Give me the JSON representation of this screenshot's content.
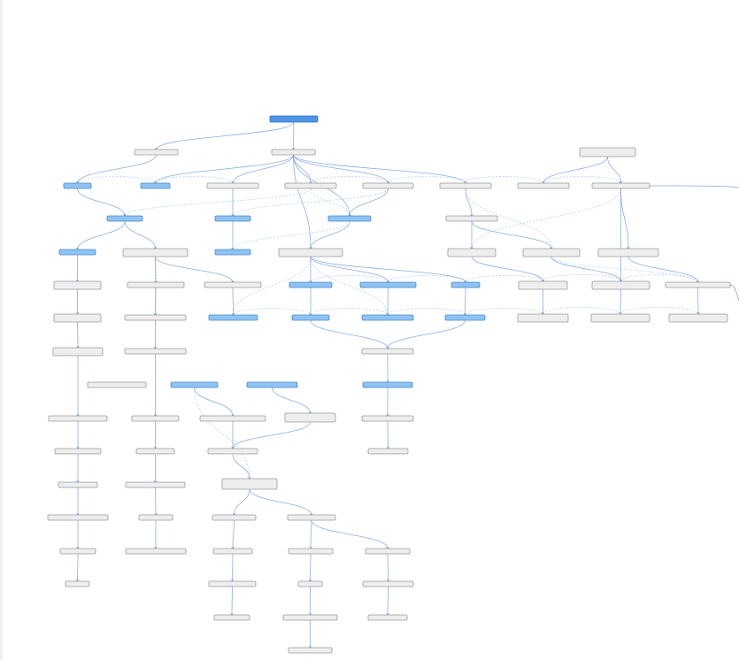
{
  "diagram": {
    "colors": {
      "background": "#ffffff",
      "edge": "#7ea6dc",
      "node_default_fill": "#eeeeee",
      "node_default_stroke": "#9a9a9a",
      "node_highlight_fill": "#8fc3f3",
      "node_highlight_stroke": "#4a86c8",
      "node_root_fill": "#4f95e6",
      "node_root_stroke": "#2d6bbd"
    },
    "nodes": [
      {
        "id": "root",
        "style": "root",
        "label": ""
      },
      {
        "id": "a1",
        "style": "default",
        "label": ""
      },
      {
        "id": "a2",
        "style": "default",
        "label": ""
      },
      {
        "id": "a3",
        "style": "default",
        "label": ""
      },
      {
        "id": "b1",
        "style": "highlight",
        "label": ""
      },
      {
        "id": "b2",
        "style": "highlight",
        "label": ""
      },
      {
        "id": "b3",
        "style": "default",
        "label": ""
      },
      {
        "id": "b4",
        "style": "default",
        "label": ""
      },
      {
        "id": "b5",
        "style": "default",
        "label": ""
      },
      {
        "id": "b6",
        "style": "default",
        "label": ""
      },
      {
        "id": "b7",
        "style": "default",
        "label": ""
      },
      {
        "id": "b8",
        "style": "default",
        "label": ""
      },
      {
        "id": "c1",
        "style": "highlight",
        "label": ""
      },
      {
        "id": "c2",
        "style": "highlight",
        "label": ""
      },
      {
        "id": "c3",
        "style": "highlight",
        "label": ""
      },
      {
        "id": "c4",
        "style": "default",
        "label": ""
      },
      {
        "id": "d1",
        "style": "highlight",
        "label": ""
      },
      {
        "id": "d2",
        "style": "default",
        "label": ""
      },
      {
        "id": "d3",
        "style": "highlight",
        "label": ""
      },
      {
        "id": "d4",
        "style": "default",
        "label": ""
      },
      {
        "id": "d5",
        "style": "default",
        "label": ""
      },
      {
        "id": "d6",
        "style": "default",
        "label": ""
      },
      {
        "id": "d7",
        "style": "default",
        "label": ""
      },
      {
        "id": "e1",
        "style": "default",
        "label": ""
      },
      {
        "id": "e2",
        "style": "default",
        "label": ""
      },
      {
        "id": "e3",
        "style": "default",
        "label": ""
      },
      {
        "id": "e4",
        "style": "highlight",
        "label": ""
      },
      {
        "id": "e5",
        "style": "highlight",
        "label": ""
      },
      {
        "id": "e6",
        "style": "highlight",
        "label": ""
      },
      {
        "id": "e7",
        "style": "default",
        "label": ""
      },
      {
        "id": "e8",
        "style": "default",
        "label": ""
      },
      {
        "id": "e9",
        "style": "default",
        "label": ""
      },
      {
        "id": "f1",
        "style": "default",
        "label": ""
      },
      {
        "id": "f2",
        "style": "default",
        "label": ""
      },
      {
        "id": "f3",
        "style": "highlight",
        "label": ""
      },
      {
        "id": "f4",
        "style": "highlight",
        "label": ""
      },
      {
        "id": "f5",
        "style": "highlight",
        "label": ""
      },
      {
        "id": "f6",
        "style": "highlight",
        "label": ""
      },
      {
        "id": "f7",
        "style": "default",
        "label": ""
      },
      {
        "id": "f8",
        "style": "default",
        "label": ""
      },
      {
        "id": "f9",
        "style": "default",
        "label": ""
      },
      {
        "id": "g1",
        "style": "default",
        "label": ""
      },
      {
        "id": "g2",
        "style": "default",
        "label": ""
      },
      {
        "id": "g3",
        "style": "default",
        "label": ""
      },
      {
        "id": "h1",
        "style": "default",
        "label": ""
      },
      {
        "id": "h2",
        "style": "highlight",
        "label": ""
      },
      {
        "id": "h3",
        "style": "highlight",
        "label": ""
      },
      {
        "id": "h4",
        "style": "highlight",
        "label": ""
      },
      {
        "id": "i1",
        "style": "default",
        "label": ""
      },
      {
        "id": "i2",
        "style": "default",
        "label": ""
      },
      {
        "id": "i3",
        "style": "default",
        "label": ""
      },
      {
        "id": "i4",
        "style": "default",
        "label": ""
      },
      {
        "id": "i5",
        "style": "default",
        "label": ""
      },
      {
        "id": "j1",
        "style": "default",
        "label": ""
      },
      {
        "id": "j2",
        "style": "default",
        "label": ""
      },
      {
        "id": "j3",
        "style": "default",
        "label": ""
      },
      {
        "id": "j4",
        "style": "default",
        "label": ""
      },
      {
        "id": "k1",
        "style": "default",
        "label": ""
      },
      {
        "id": "k2",
        "style": "default",
        "label": ""
      },
      {
        "id": "k3",
        "style": "default",
        "label": ""
      },
      {
        "id": "l1",
        "style": "default",
        "label": ""
      },
      {
        "id": "l2",
        "style": "default",
        "label": ""
      },
      {
        "id": "l3",
        "style": "default",
        "label": ""
      },
      {
        "id": "l4",
        "style": "default",
        "label": ""
      },
      {
        "id": "m1",
        "style": "default",
        "label": ""
      },
      {
        "id": "m2",
        "style": "default",
        "label": ""
      },
      {
        "id": "m3",
        "style": "default",
        "label": ""
      },
      {
        "id": "m4",
        "style": "default",
        "label": ""
      },
      {
        "id": "m5",
        "style": "default",
        "label": ""
      },
      {
        "id": "n1",
        "style": "default",
        "label": ""
      },
      {
        "id": "n2",
        "style": "default",
        "label": ""
      },
      {
        "id": "n3",
        "style": "default",
        "label": ""
      },
      {
        "id": "n4",
        "style": "default",
        "label": ""
      },
      {
        "id": "o1",
        "style": "default",
        "label": ""
      },
      {
        "id": "o2",
        "style": "default",
        "label": ""
      },
      {
        "id": "o3",
        "style": "default",
        "label": ""
      },
      {
        "id": "p1",
        "style": "default",
        "label": ""
      }
    ],
    "edges": [
      {
        "from": "root",
        "to": "a1"
      },
      {
        "from": "root",
        "to": "a2"
      },
      {
        "from": "a1",
        "to": "b1"
      },
      {
        "from": "a2",
        "to": "b2"
      },
      {
        "from": "a2",
        "to": "b3"
      },
      {
        "from": "a2",
        "to": "b4"
      },
      {
        "from": "a2",
        "to": "b5"
      },
      {
        "from": "a2",
        "to": "b6"
      },
      {
        "from": "a2",
        "to": "c3"
      },
      {
        "from": "a2",
        "to": "d4"
      },
      {
        "from": "a3",
        "to": "b7"
      },
      {
        "from": "a3",
        "to": "b8"
      },
      {
        "from": "b8",
        "to": "d7"
      },
      {
        "from": "b8",
        "to": "e8"
      },
      {
        "from": "b1",
        "to": "c1"
      },
      {
        "from": "b3",
        "to": "c2"
      },
      {
        "from": "b5",
        "to": "c3"
      },
      {
        "from": "b6",
        "to": "c4"
      },
      {
        "from": "c1",
        "to": "d1"
      },
      {
        "from": "c1",
        "to": "d2"
      },
      {
        "from": "c2",
        "to": "d3"
      },
      {
        "from": "c3",
        "to": "d4"
      },
      {
        "from": "c4",
        "to": "d5"
      },
      {
        "from": "c4",
        "to": "d6"
      },
      {
        "from": "d1",
        "to": "e1"
      },
      {
        "from": "d2",
        "to": "e2"
      },
      {
        "from": "d2",
        "to": "e3"
      },
      {
        "from": "d4",
        "to": "e4"
      },
      {
        "from": "d4",
        "to": "e5"
      },
      {
        "from": "d4",
        "to": "e6"
      },
      {
        "from": "d5",
        "to": "e7"
      },
      {
        "from": "d6",
        "to": "e8"
      },
      {
        "from": "d7",
        "to": "e9"
      },
      {
        "from": "e1",
        "to": "f1"
      },
      {
        "from": "e2",
        "to": "f2"
      },
      {
        "from": "e3",
        "to": "f3"
      },
      {
        "from": "e4",
        "to": "f4"
      },
      {
        "from": "e5",
        "to": "f5"
      },
      {
        "from": "e6",
        "to": "f6"
      },
      {
        "from": "e7",
        "to": "f7"
      },
      {
        "from": "e8",
        "to": "f8"
      },
      {
        "from": "e9",
        "to": "f9"
      },
      {
        "from": "f1",
        "to": "g1"
      },
      {
        "from": "f2",
        "to": "g2"
      },
      {
        "from": "f4",
        "to": "g3"
      },
      {
        "from": "f6",
        "to": "g3"
      },
      {
        "from": "g1",
        "to": "i1"
      },
      {
        "from": "g2",
        "to": "i2"
      },
      {
        "from": "g3",
        "to": "h4"
      },
      {
        "from": "h2",
        "to": "i3"
      },
      {
        "from": "h3",
        "to": "i4"
      },
      {
        "from": "h4",
        "to": "i5"
      },
      {
        "from": "i1",
        "to": "j1"
      },
      {
        "from": "i2",
        "to": "j2"
      },
      {
        "from": "i3",
        "to": "j3"
      },
      {
        "from": "i4",
        "to": "j3"
      },
      {
        "from": "i5",
        "to": "j4"
      },
      {
        "from": "j1",
        "to": "k1"
      },
      {
        "from": "j2",
        "to": "k2"
      },
      {
        "from": "j3",
        "to": "k3"
      },
      {
        "from": "k1",
        "to": "l1"
      },
      {
        "from": "k2",
        "to": "l2"
      },
      {
        "from": "k3",
        "to": "l3"
      },
      {
        "from": "k3",
        "to": "l4"
      },
      {
        "from": "l1",
        "to": "m1"
      },
      {
        "from": "l2",
        "to": "m2"
      },
      {
        "from": "l3",
        "to": "m3"
      },
      {
        "from": "l4",
        "to": "m4"
      },
      {
        "from": "l4",
        "to": "m5"
      },
      {
        "from": "m1",
        "to": "n1"
      },
      {
        "from": "m3",
        "to": "n2"
      },
      {
        "from": "m4",
        "to": "n3"
      },
      {
        "from": "m5",
        "to": "n4"
      },
      {
        "from": "n2",
        "to": "o1"
      },
      {
        "from": "n3",
        "to": "o2"
      },
      {
        "from": "n4",
        "to": "o3"
      },
      {
        "from": "o2",
        "to": "p1"
      }
    ]
  }
}
